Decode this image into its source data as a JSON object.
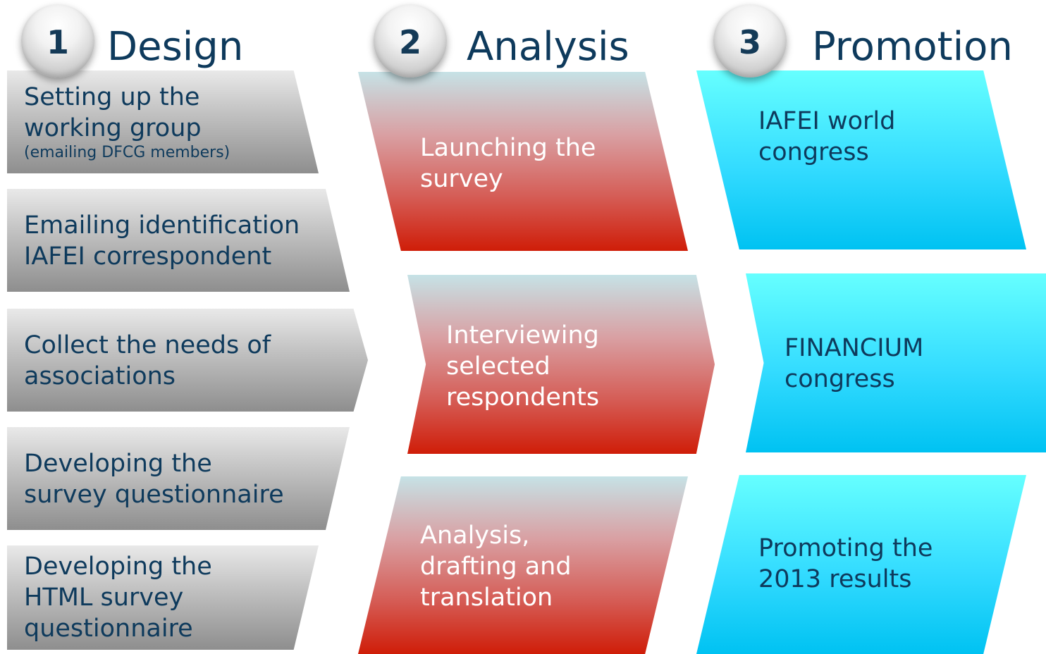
{
  "phases": [
    {
      "number": "1",
      "title": "Design"
    },
    {
      "number": "2",
      "title": "Analysis"
    },
    {
      "number": "3",
      "title": "Promotion"
    }
  ],
  "design_steps": [
    {
      "lines": [
        "Setting up the",
        "working group"
      ],
      "note": "(emailing DFCG members)"
    },
    {
      "lines": [
        "Emailing identification",
        "IAFEI correspondent"
      ]
    },
    {
      "lines": [
        "Collect the needs of",
        "associations"
      ]
    },
    {
      "lines": [
        "Developing the",
        "survey questionnaire"
      ]
    },
    {
      "lines": [
        "Developing the",
        "HTML survey",
        "questionnaire"
      ]
    }
  ],
  "analysis_steps": [
    {
      "lines": [
        "Launching the",
        "survey"
      ]
    },
    {
      "lines": [
        "Interviewing",
        "selected",
        "respondents"
      ]
    },
    {
      "lines": [
        "Analysis,",
        "drafting and",
        "translation"
      ]
    }
  ],
  "promotion_steps": [
    {
      "lines": [
        "IAFEI  world",
        "congress"
      ]
    },
    {
      "lines": [
        "FINANCIUM",
        "congress"
      ]
    },
    {
      "lines": [
        "Promoting the",
        "2013 results"
      ]
    }
  ]
}
